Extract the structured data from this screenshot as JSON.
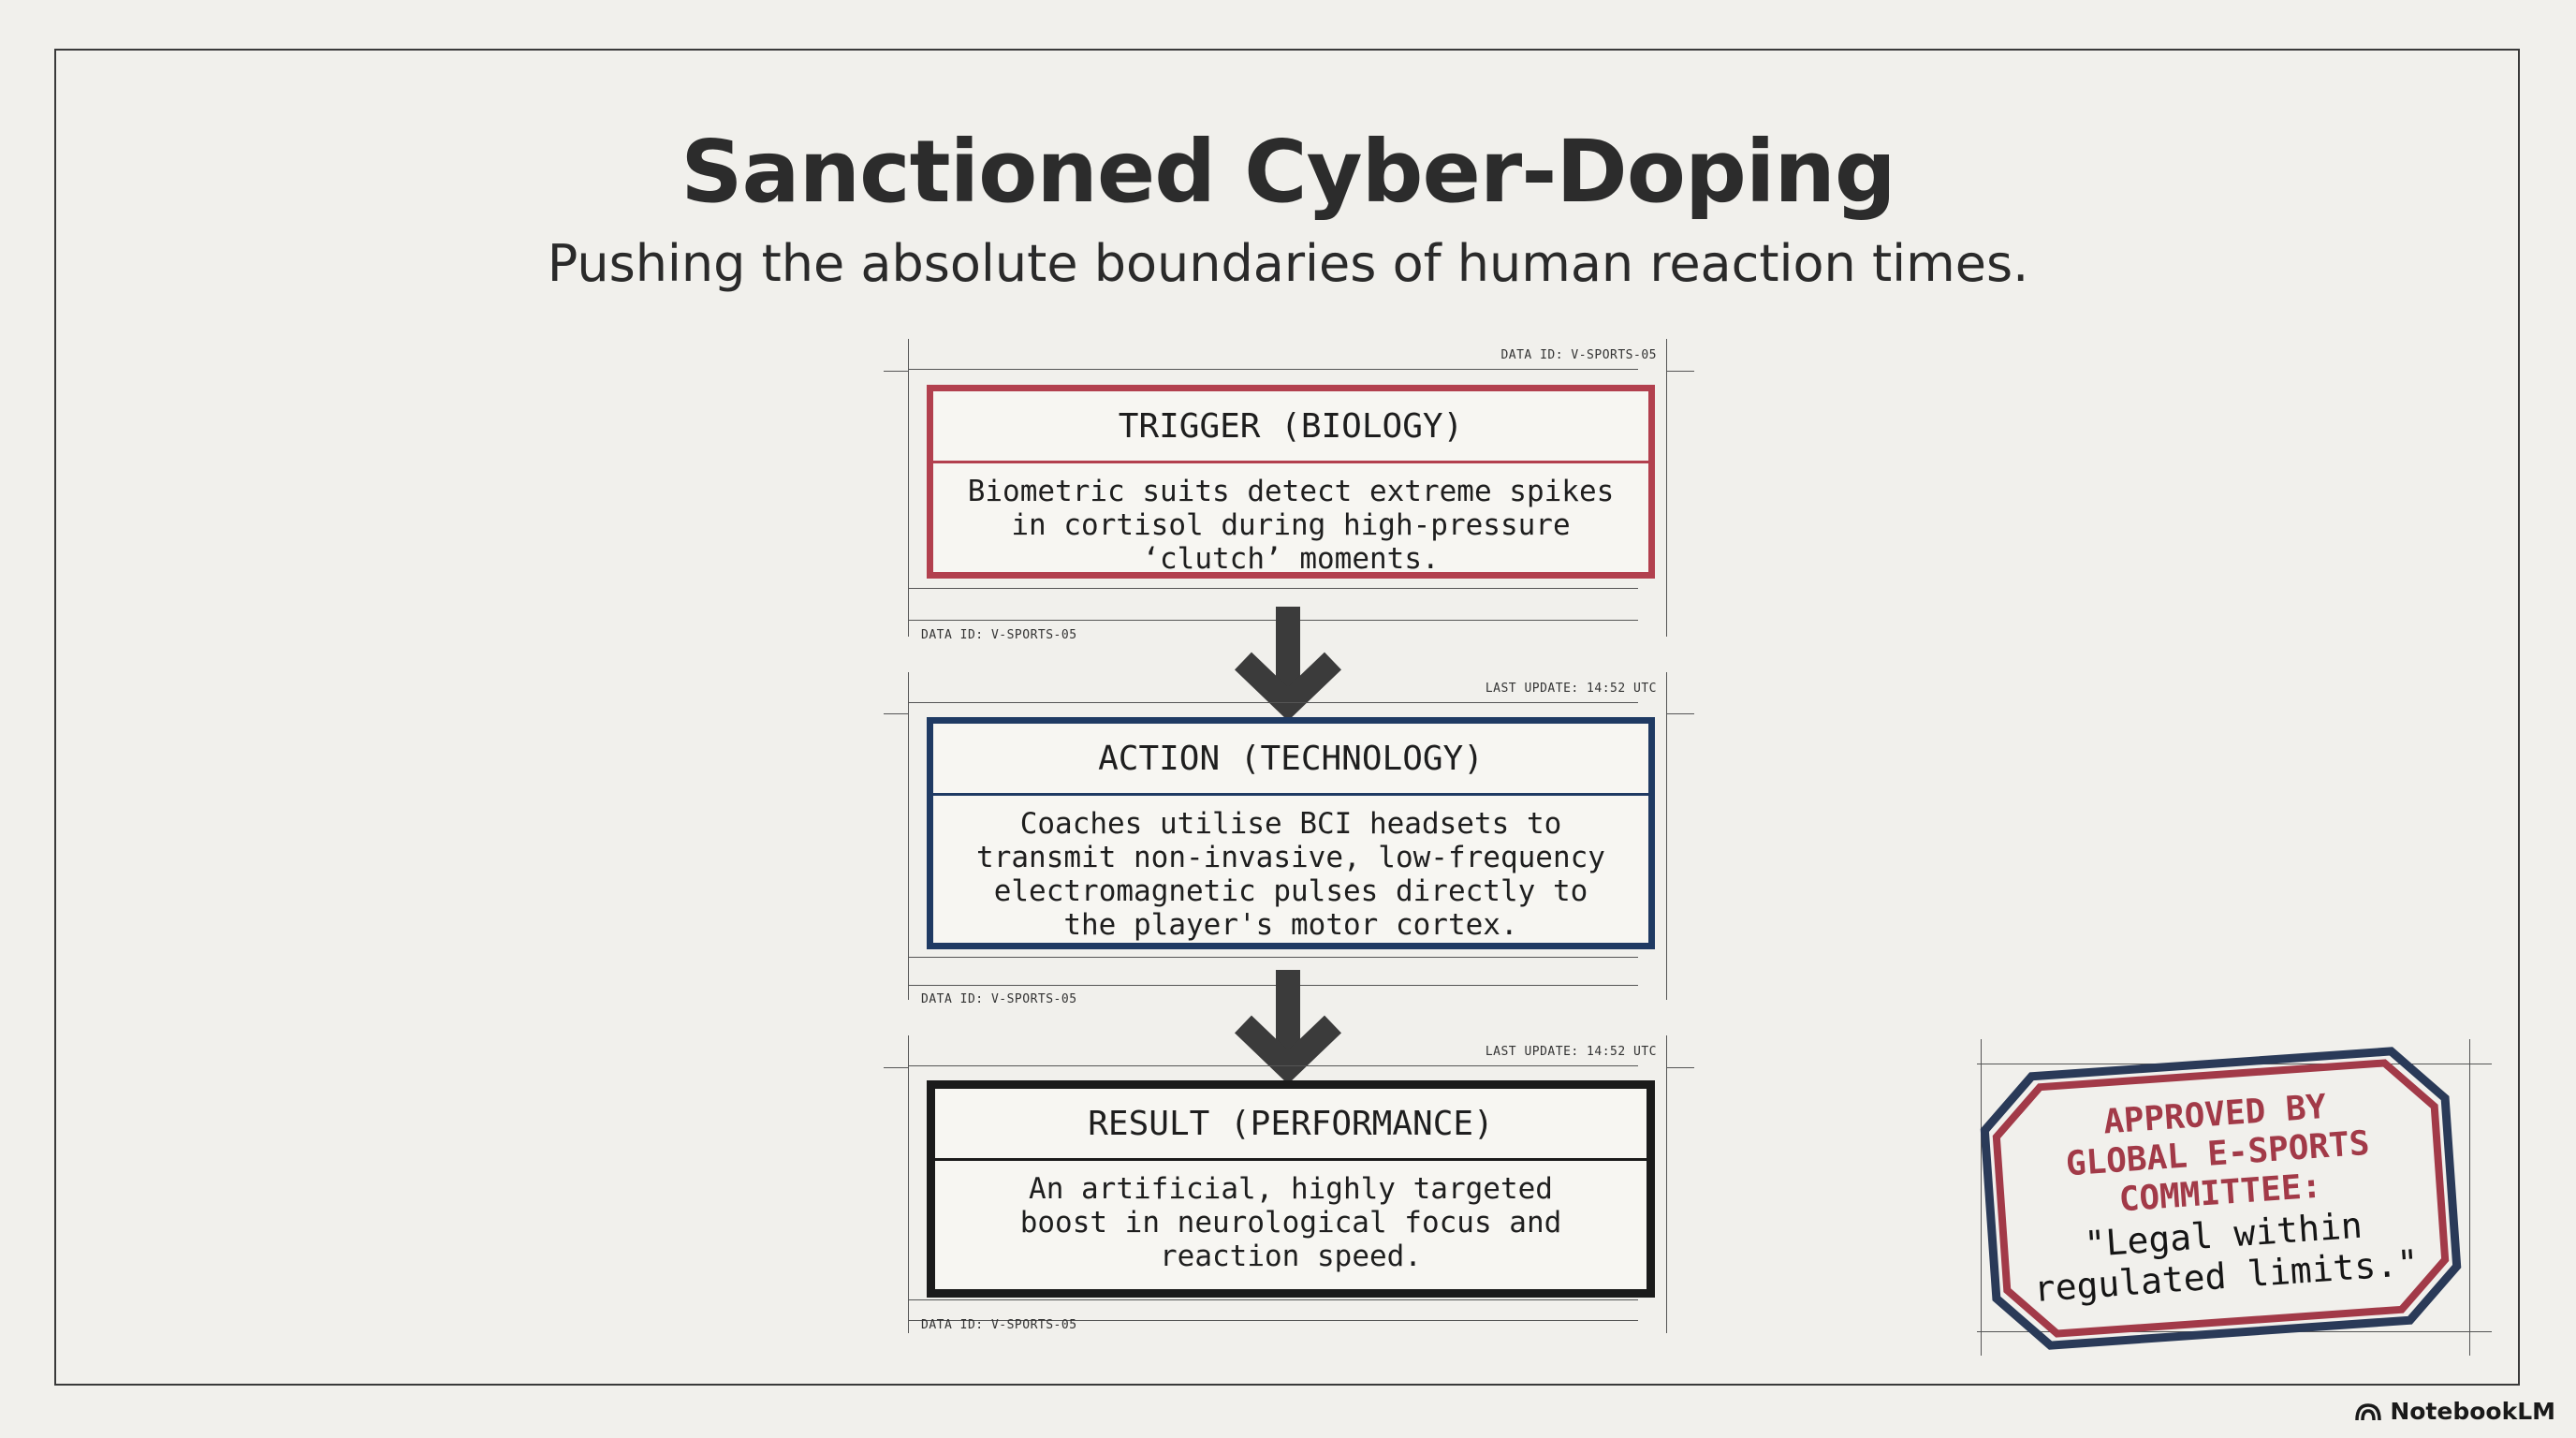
{
  "title": "Sanctioned Cyber-Doping",
  "subtitle": "Pushing the absolute boundaries of human reaction times.",
  "steps": [
    {
      "heading": "TRIGGER (BIOLOGY)",
      "body_lines": [
        "Biometric suits detect extreme spikes",
        "in cortisol during high-pressure",
        "‘clutch’ moments."
      ],
      "meta_top": "DATA ID: V-SPORTS-05",
      "meta_bottom": "DATA ID: V-SPORTS-05",
      "color": "#b2404e"
    },
    {
      "heading": "ACTION (TECHNOLOGY)",
      "body_lines": [
        "Coaches utilise BCI headsets to",
        "transmit non-invasive, low-frequency",
        "electromagnetic pulses directly to",
        "the player's motor cortex."
      ],
      "meta_top": "LAST UPDATE: 14:52 UTC",
      "meta_bottom": "DATA ID: V-SPORTS-05",
      "color": "#1f3a63"
    },
    {
      "heading": "RESULT (PERFORMANCE)",
      "body_lines": [
        "An artificial, highly targeted",
        "boost in neurological focus and",
        "reaction speed."
      ],
      "meta_top": "LAST UPDATE: 14:52 UTC",
      "meta_bottom": "DATA ID: V-SPORTS-05",
      "color": "#1b1b1b"
    }
  ],
  "stamp": {
    "lines_red": [
      "APPROVED BY",
      "GLOBAL E-SPORTS",
      "COMMITTEE:"
    ],
    "lines_black": [
      "\"Legal within",
      "regulated limits.\""
    ],
    "color_red": "#a23a48",
    "color_blue": "#2a3a58"
  },
  "logo": "NotebookLM",
  "icons": {
    "arrow": "arrow-down-icon",
    "logo": "notebooklm-logo-icon"
  }
}
